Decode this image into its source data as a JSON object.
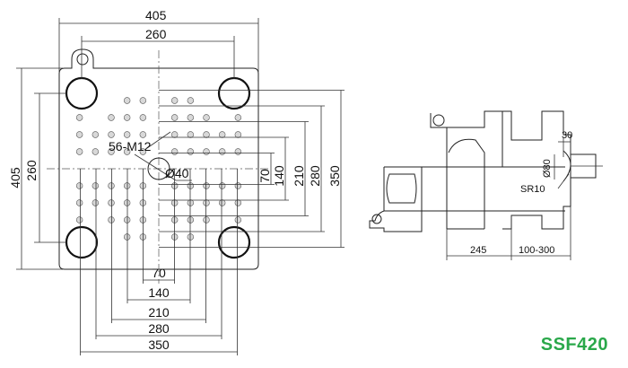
{
  "model": "SSF420",
  "platen": {
    "width_overall": "405",
    "height_overall": "405",
    "tie_bar_h": "260",
    "tie_bar_v": "260",
    "thread_spec": "56-M12",
    "center_hole": "Ø40",
    "grid_h": [
      "70",
      "140",
      "210",
      "280",
      "350"
    ],
    "grid_v": [
      "70",
      "140",
      "210",
      "280",
      "350"
    ]
  },
  "side_view": {
    "nozzle_offset": "30",
    "nozzle_dia": "Ø80",
    "nozzle_radius": "SR10",
    "dim_a": "245",
    "dim_b": "100-300"
  },
  "colors": {
    "line": "#222222",
    "model_label": "#2aa84a"
  }
}
